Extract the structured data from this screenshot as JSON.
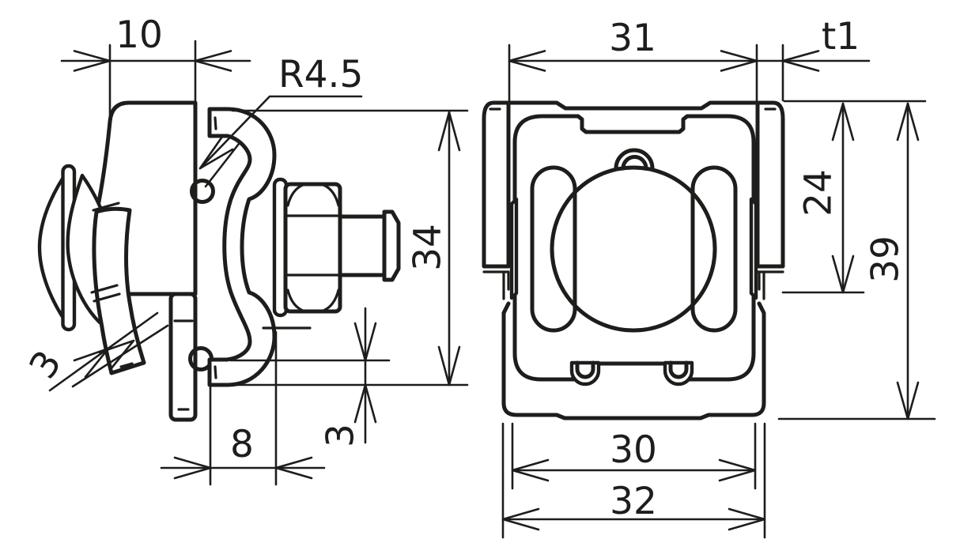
{
  "meta": {
    "background": "#ffffff",
    "line_color": "#1d1d1b",
    "drawing_type": "technical dimension drawing, two views of a bolted sheet-metal clamp"
  },
  "side_view": {
    "name": "side-view",
    "dims": {
      "top_width": "10",
      "hook_radius": "R4.5",
      "overall_height": "34",
      "strip_thickness": "3",
      "tab_offset": "8",
      "tab_thickness": "3"
    }
  },
  "front_view": {
    "name": "front-view",
    "dims": {
      "inner_width": "31",
      "sheet_thickness": "t1",
      "upper_height": "24",
      "overall_height": "39",
      "lower_inner_width": "30",
      "lower_outer_width": "32"
    }
  }
}
